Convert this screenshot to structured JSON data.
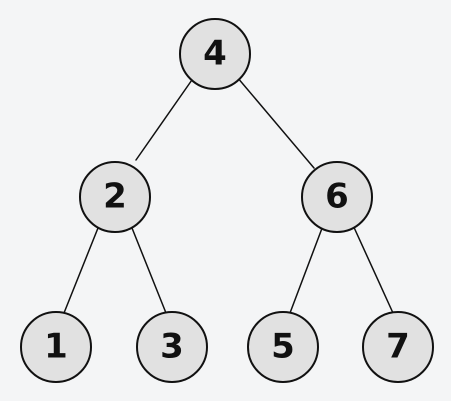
{
  "diagram": {
    "type": "binary-tree",
    "nodes": [
      {
        "id": "n4",
        "label": "4"
      },
      {
        "id": "n2",
        "label": "2"
      },
      {
        "id": "n6",
        "label": "6"
      },
      {
        "id": "n1",
        "label": "1"
      },
      {
        "id": "n3",
        "label": "3"
      },
      {
        "id": "n5",
        "label": "5"
      },
      {
        "id": "n7",
        "label": "7"
      }
    ],
    "edges": [
      {
        "from": "n4",
        "to": "n2"
      },
      {
        "from": "n4",
        "to": "n6"
      },
      {
        "from": "n2",
        "to": "n1"
      },
      {
        "from": "n2",
        "to": "n3"
      },
      {
        "from": "n6",
        "to": "n5"
      },
      {
        "from": "n6",
        "to": "n7"
      }
    ],
    "colors": {
      "background": "#f4f5f6",
      "node_fill": "#e1e1e1",
      "stroke": "#111111",
      "text": "#111111"
    }
  }
}
